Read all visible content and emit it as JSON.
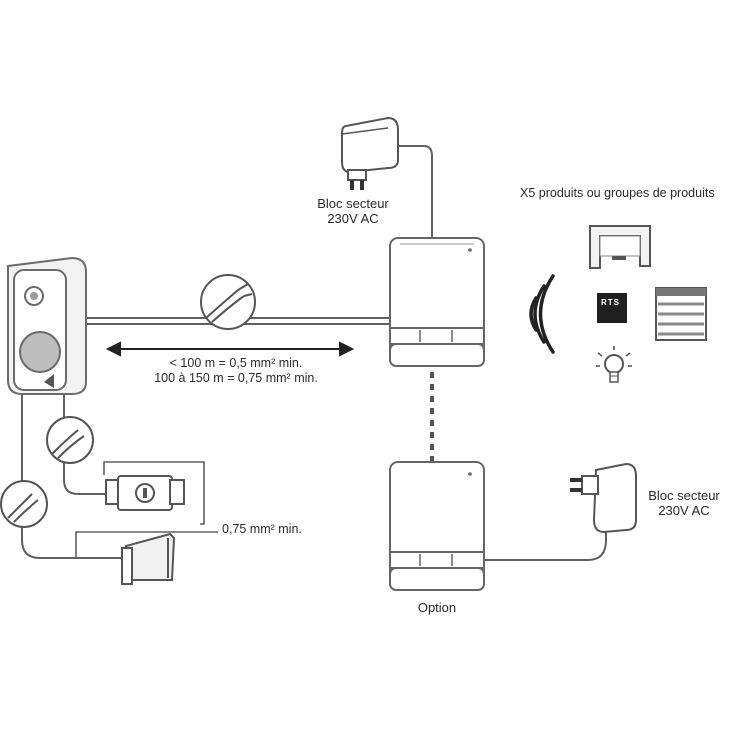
{
  "labels": {
    "power_top_line1": "Bloc secteur",
    "power_top_line2": "230V AC",
    "products": "X5 produits ou groupes de produits",
    "cable_distance_1": "< 100 m = 0,5 mm² min.",
    "cable_distance_2": "100 à 150 m = 0,75 mm² min.",
    "wire_spec": "0,75 mm² min.",
    "power_right_line1": "Bloc secteur",
    "power_right_line2": "230V AC",
    "option": "Option",
    "rts_badge": "RTS"
  },
  "colors": {
    "line": "#555555",
    "device_fill": "#ffffff",
    "device_stroke": "#666666",
    "dark": "#222222"
  }
}
